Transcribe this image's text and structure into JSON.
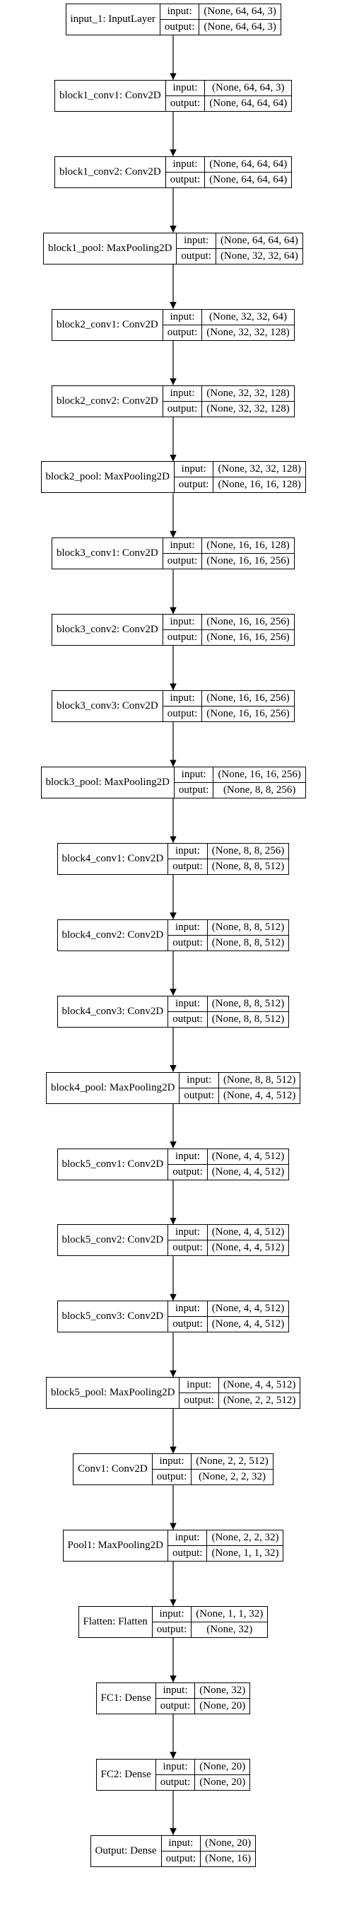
{
  "layers": [
    {
      "name": "input_1: InputLayer",
      "input": "(None, 64, 64, 3)",
      "output": "(None, 64, 64, 3)"
    },
    {
      "name": "block1_conv1: Conv2D",
      "input": "(None, 64, 64, 3)",
      "output": "(None, 64, 64, 64)"
    },
    {
      "name": "block1_conv2: Conv2D",
      "input": "(None, 64, 64, 64)",
      "output": "(None, 64, 64, 64)"
    },
    {
      "name": "block1_pool: MaxPooling2D",
      "input": "(None, 64, 64, 64)",
      "output": "(None, 32, 32, 64)"
    },
    {
      "name": "block2_conv1: Conv2D",
      "input": "(None, 32, 32, 64)",
      "output": "(None, 32, 32, 128)"
    },
    {
      "name": "block2_conv2: Conv2D",
      "input": "(None, 32, 32, 128)",
      "output": "(None, 32, 32, 128)"
    },
    {
      "name": "block2_pool: MaxPooling2D",
      "input": "(None, 32, 32, 128)",
      "output": "(None, 16, 16, 128)"
    },
    {
      "name": "block3_conv1: Conv2D",
      "input": "(None, 16, 16, 128)",
      "output": "(None, 16, 16, 256)"
    },
    {
      "name": "block3_conv2: Conv2D",
      "input": "(None, 16, 16, 256)",
      "output": "(None, 16, 16, 256)"
    },
    {
      "name": "block3_conv3: Conv2D",
      "input": "(None, 16, 16, 256)",
      "output": "(None, 16, 16, 256)"
    },
    {
      "name": "block3_pool: MaxPooling2D",
      "input": "(None, 16, 16, 256)",
      "output": "(None, 8, 8, 256)"
    },
    {
      "name": "block4_conv1: Conv2D",
      "input": "(None, 8, 8, 256)",
      "output": "(None, 8, 8, 512)"
    },
    {
      "name": "block4_conv2: Conv2D",
      "input": "(None, 8, 8, 512)",
      "output": "(None, 8, 8, 512)"
    },
    {
      "name": "block4_conv3: Conv2D",
      "input": "(None, 8, 8, 512)",
      "output": "(None, 8, 8, 512)"
    },
    {
      "name": "block4_pool: MaxPooling2D",
      "input": "(None, 8, 8, 512)",
      "output": "(None, 4, 4, 512)"
    },
    {
      "name": "block5_conv1: Conv2D",
      "input": "(None, 4, 4, 512)",
      "output": "(None, 4, 4, 512)"
    },
    {
      "name": "block5_conv2: Conv2D",
      "input": "(None, 4, 4, 512)",
      "output": "(None, 4, 4, 512)"
    },
    {
      "name": "block5_conv3: Conv2D",
      "input": "(None, 4, 4, 512)",
      "output": "(None, 4, 4, 512)"
    },
    {
      "name": "block5_pool: MaxPooling2D",
      "input": "(None, 4, 4, 512)",
      "output": "(None, 2, 2, 512)"
    },
    {
      "name": "Conv1: Conv2D",
      "input": "(None, 2, 2, 512)",
      "output": "(None, 2, 2, 32)"
    },
    {
      "name": "Pool1: MaxPooling2D",
      "input": "(None, 2, 2, 32)",
      "output": "(None, 1, 1, 32)"
    },
    {
      "name": "Flatten: Flatten",
      "input": "(None, 1, 1, 32)",
      "output": "(None, 32)"
    },
    {
      "name": "FC1: Dense",
      "input": "(None, 32)",
      "output": "(None, 20)"
    },
    {
      "name": "FC2: Dense",
      "input": "(None, 20)",
      "output": "(None, 20)"
    },
    {
      "name": "Output: Dense",
      "input": "(None, 20)",
      "output": "(None, 16)"
    }
  ],
  "labels": {
    "input": "input:",
    "output": "output:"
  },
  "colors": {
    "line": "#000000",
    "background": "#ffffff"
  }
}
